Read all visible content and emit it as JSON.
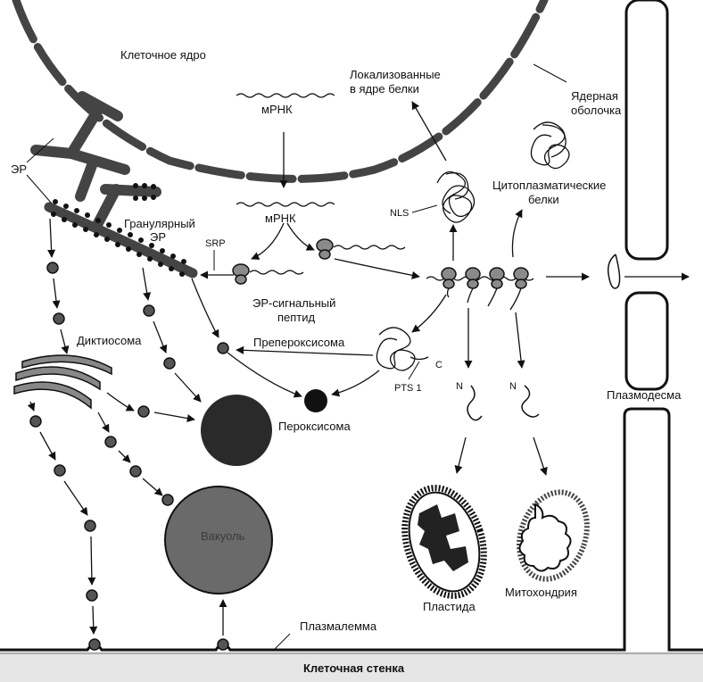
{
  "labels": {
    "nucleus": "Клеточное ядро",
    "mrna_1": "мРНК",
    "mrna_2": "мРНК",
    "nuclear_proteins_1": "Локализованные",
    "nuclear_proteins_2": "в ядре белки",
    "nuclear_envelope_1": "Ядерная",
    "nuclear_envelope_2": "оболочка",
    "er": "ЭР",
    "rough_er_1": "Гранулярный",
    "rough_er_2": "ЭР",
    "cytoplasmic_proteins_1": "Цитоплазматические",
    "cytoplasmic_proteins_2": "белки",
    "nls": "NLS",
    "srp": "SRP",
    "er_signal_1": "ЭР-сигнальный",
    "er_signal_2": "пептид",
    "dictyosome": "Диктиосома",
    "preperoxisome": "Препероксисома",
    "c_term": "C",
    "pts1": "PTS 1",
    "peroxisome": "Пероксисома",
    "n_term_1": "N",
    "n_term_2": "N",
    "plasmodesma": "Плазмодесма",
    "vacuole": "Вакуоль",
    "plastid": "Пластида",
    "mitochondrion": "Митохондрия",
    "plasmalemma": "Плазмалемма",
    "cell_wall": "Клеточная стенка"
  },
  "colors": {
    "ink": "#111111",
    "membrane_fill": "#555555",
    "vacuole_fill": "#6a6a6a",
    "dark_body": "#2a2a2a",
    "ribosome": "#8a8a8a"
  }
}
